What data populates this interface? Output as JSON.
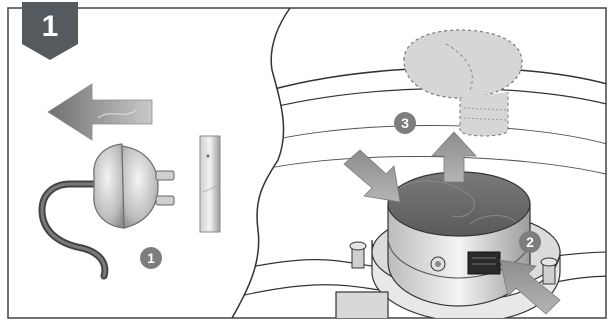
{
  "step": {
    "number": "1"
  },
  "callouts": [
    {
      "label": "1"
    },
    {
      "label": "2"
    },
    {
      "label": "3"
    }
  ],
  "icons": {
    "unplug": "arrow-left-icon",
    "plug": "power-plug-icon",
    "socket": "wall-socket-icon",
    "push": "arrow-diagonal-icon",
    "lift": "arrow-up-icon",
    "unit": "round-sensor-unit-icon"
  },
  "colors": {
    "badge": "#555a5f",
    "callout": "#7d7d7d",
    "arrow": "#8a8a8a",
    "line": "#333333",
    "unit_top": "#6e6e6e",
    "ghost": "#d6d6d6"
  }
}
